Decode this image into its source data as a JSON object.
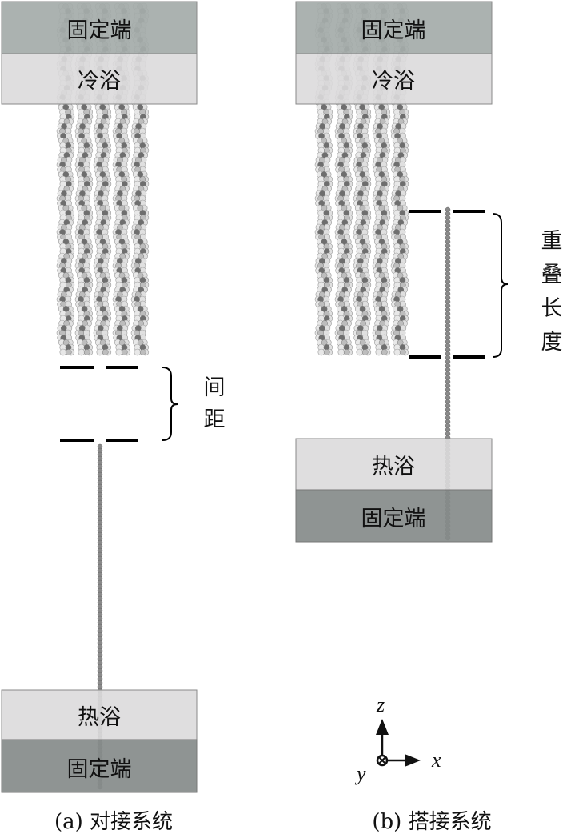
{
  "panel_a": {
    "top_fixed": "固定端",
    "top_bath": "冷浴",
    "bottom_bath": "热浴",
    "bottom_fixed": "固定端",
    "gap_label": [
      "间",
      "距"
    ],
    "caption": "(a) 对接系统"
  },
  "panel_b": {
    "top_fixed": "固定端",
    "top_bath": "冷浴",
    "bottom_bath": "热浴",
    "bottom_fixed": "固定端",
    "overlap_label": [
      "重",
      "叠",
      "长",
      "度"
    ],
    "caption": "(b) 搭接系统"
  },
  "axes": {
    "z": "z",
    "x": "x",
    "y": "y"
  },
  "colors": {
    "fixed": "#a4aba9",
    "fixed_dark": "#858b8a",
    "bath": "#dcdadb",
    "chain": "#8a8a8a"
  }
}
